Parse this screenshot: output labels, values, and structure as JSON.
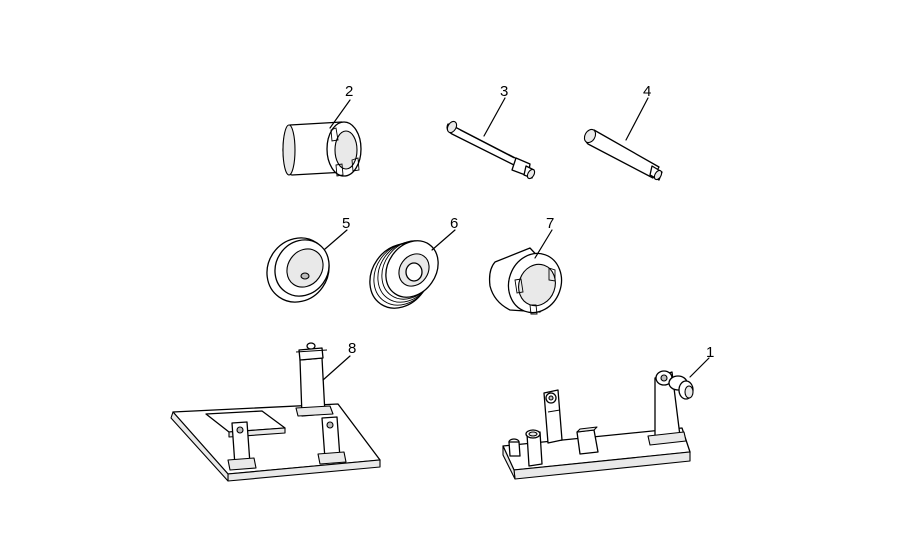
{
  "diagram": {
    "parts": [
      {
        "id": "1",
        "label": "1"
      },
      {
        "id": "2",
        "label": "2"
      },
      {
        "id": "3",
        "label": "3"
      },
      {
        "id": "4",
        "label": "4"
      },
      {
        "id": "5",
        "label": "5"
      },
      {
        "id": "6",
        "label": "6"
      },
      {
        "id": "7",
        "label": "7"
      },
      {
        "id": "8",
        "label": "8"
      }
    ]
  }
}
